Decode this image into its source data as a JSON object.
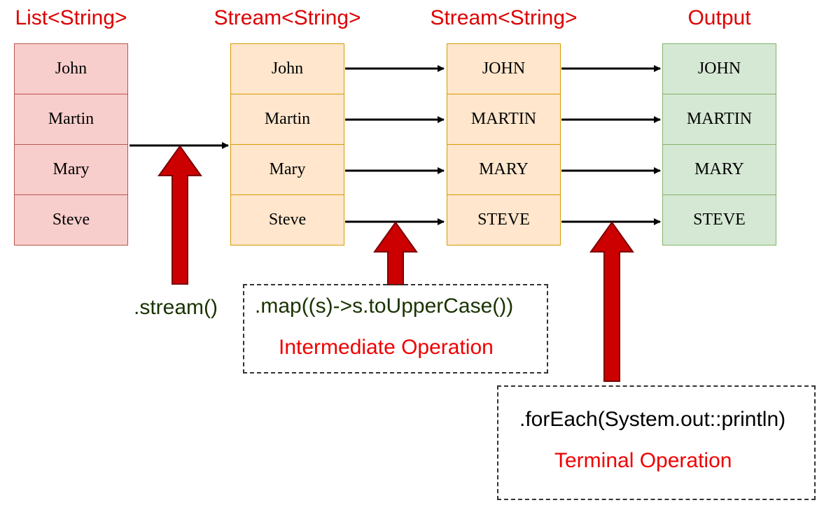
{
  "colors": {
    "title": "#dd0000",
    "code": "#1a3300",
    "caption": "#ee0000",
    "big_arrow": "#cc0000",
    "list_fill": "#f8cecc",
    "stream_fill": "#ffe6cc",
    "output_fill": "#d5e8d4"
  },
  "columns": [
    {
      "title": "List<String>",
      "items": [
        "John",
        "Martin",
        "Mary",
        "Steve"
      ]
    },
    {
      "title": "Stream<String>",
      "items": [
        "John",
        "Martin",
        "Mary",
        "Steve"
      ]
    },
    {
      "title": "Stream<String>",
      "items": [
        "JOHN",
        "MARTIN",
        "MARY",
        "STEVE"
      ]
    },
    {
      "title": "Output",
      "items": [
        "JOHN",
        "MARTIN",
        "MARY",
        "STEVE"
      ]
    }
  ],
  "operations": {
    "stream": {
      "code": ".stream()"
    },
    "intermediate": {
      "code": ".map((s)->s.toUpperCase())",
      "caption": "Intermediate Operation"
    },
    "terminal": {
      "code": ".forEach(System.out::println)",
      "caption": "Terminal Operation"
    }
  }
}
